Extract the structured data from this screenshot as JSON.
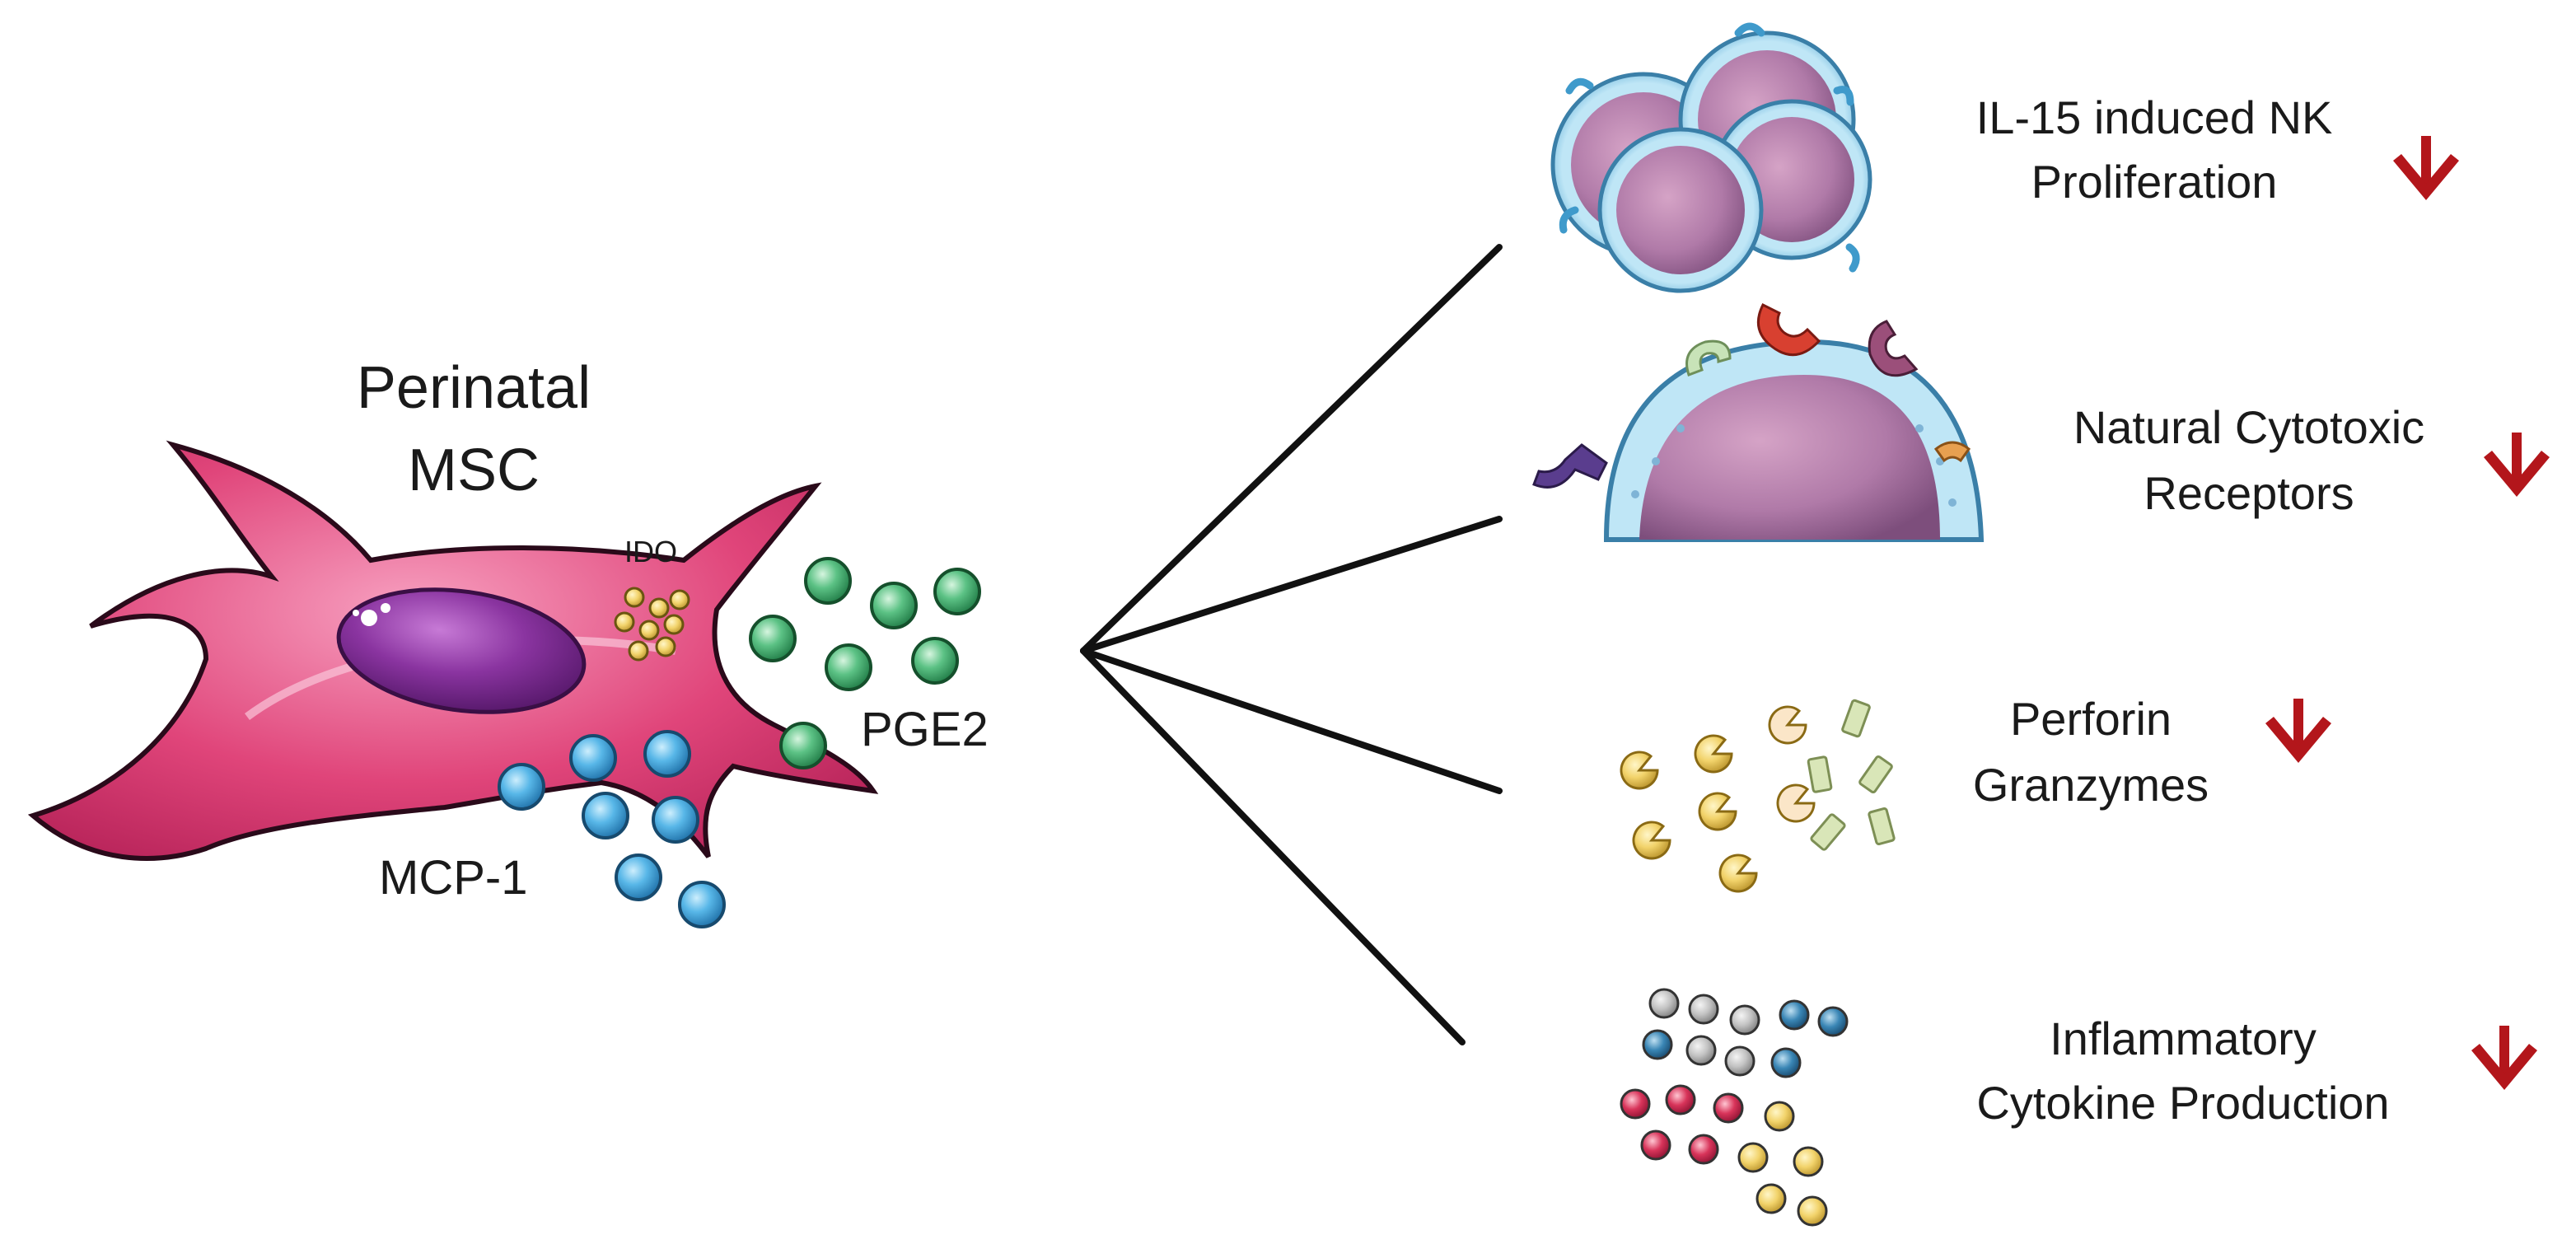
{
  "source": {
    "title_line1": "Perinatal",
    "title_line2": "MSC",
    "ido_label": "IDO",
    "pge2_label": "PGE2",
    "mcp1_label": "MCP-1"
  },
  "effects": [
    {
      "line1": "IL-15 induced NK",
      "line2": "Proliferation",
      "direction": "decrease",
      "icon": "nk-cell-cluster-icon"
    },
    {
      "line1": "Natural Cytotoxic",
      "line2": "Receptors",
      "direction": "decrease",
      "icon": "nk-cell-receptors-icon"
    },
    {
      "line1": "Perforin",
      "line2": "Granzymes",
      "direction": "decrease",
      "icon": "perforin-granzyme-icon"
    },
    {
      "line1": "Inflammatory",
      "line2": "Cytokine Production",
      "direction": "decrease",
      "icon": "cytokine-beads-icon"
    }
  ],
  "colors": {
    "cell_body": "#e0457a",
    "nucleus": "#7b2a8c",
    "pge2_beads": "#4db877",
    "mcp1_beads": "#45a8de",
    "ido_granules": "#e3c24a",
    "down_arrow": "#b3161b"
  }
}
